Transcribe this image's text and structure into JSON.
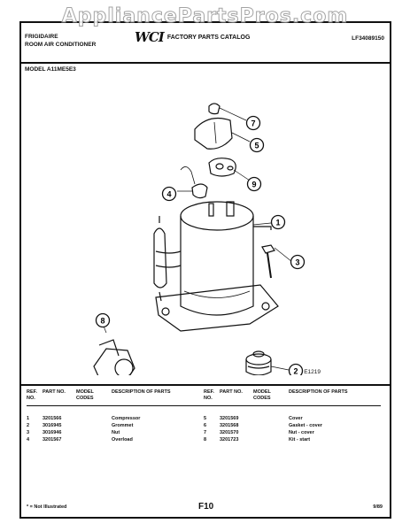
{
  "watermark": "AppliancePartsPros.com",
  "header": {
    "brand_line1": "FRIGIDAIRE",
    "brand_line2": "ROOM AIR CONDITIONER",
    "catalog_logo": "WCI",
    "catalog_title": "FACTORY PARTS CATALOG",
    "doc_number": "LF34089150",
    "model": "MODEL A11ME5E3"
  },
  "diagram": {
    "callouts": [
      "7",
      "5",
      "9",
      "4",
      "1",
      "3",
      "8",
      "2"
    ],
    "figure_code": "E1219"
  },
  "parts_table": {
    "headers": {
      "ref": "REF. NO.",
      "part": "PART NO.",
      "model": "MODEL CODES",
      "desc": "DESCRIPTION OF PARTS"
    },
    "left": [
      {
        "ref": "1",
        "part": "3201566",
        "desc": "Compressor"
      },
      {
        "ref": "2",
        "part": "3016945",
        "desc": "Grommet"
      },
      {
        "ref": "3",
        "part": "3016946",
        "desc": "Nut"
      },
      {
        "ref": "4",
        "part": "3201567",
        "desc": "Overload"
      }
    ],
    "right": [
      {
        "ref": "5",
        "part": "3201569",
        "desc": "Cover"
      },
      {
        "ref": "6",
        "part": "3201568",
        "desc": "Gasket - cover"
      },
      {
        "ref": "7",
        "part": "3201570",
        "desc": "Nut - cover"
      },
      {
        "ref": "8",
        "part": "3201723",
        "desc": "Kit - start"
      }
    ]
  },
  "footer": {
    "note": "* = Not Illustrated",
    "page": "F10",
    "date": "9/89"
  }
}
